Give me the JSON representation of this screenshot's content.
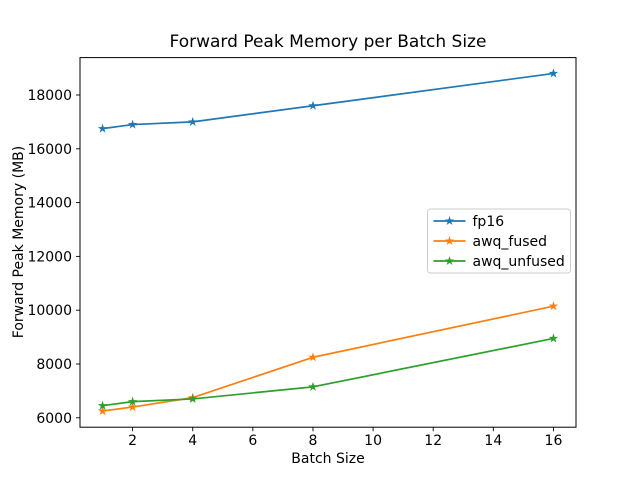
{
  "figure": {
    "title": "Forward Peak Memory per Batch Size"
  },
  "chart_data": {
    "type": "line",
    "title": "Forward Peak Memory per Batch Size",
    "xlabel": "Batch Size",
    "ylabel": "Forward Peak Memory (MB)",
    "x": [
      1,
      2,
      4,
      8,
      16
    ],
    "series": [
      {
        "name": "fp16",
        "color": "#1f77b4",
        "marker": "star",
        "values": [
          16750,
          16900,
          17000,
          17600,
          18800
        ]
      },
      {
        "name": "awq_fused",
        "color": "#ff7f0e",
        "marker": "star",
        "values": [
          6250,
          6400,
          6750,
          8250,
          10150
        ]
      },
      {
        "name": "awq_unfused",
        "color": "#2ca02c",
        "marker": "star",
        "values": [
          6450,
          6600,
          6700,
          7150,
          8950
        ]
      }
    ],
    "xlim": [
      0.25,
      16.75
    ],
    "ylim": [
      5650,
      19390
    ],
    "xticks": [
      2,
      4,
      6,
      8,
      10,
      12,
      14,
      16
    ],
    "yticks": [
      6000,
      8000,
      10000,
      12000,
      14000,
      16000,
      18000
    ],
    "grid": false,
    "legend": {
      "position": "center right",
      "entries": [
        "fp16",
        "awq_fused",
        "awq_unfused"
      ]
    }
  }
}
